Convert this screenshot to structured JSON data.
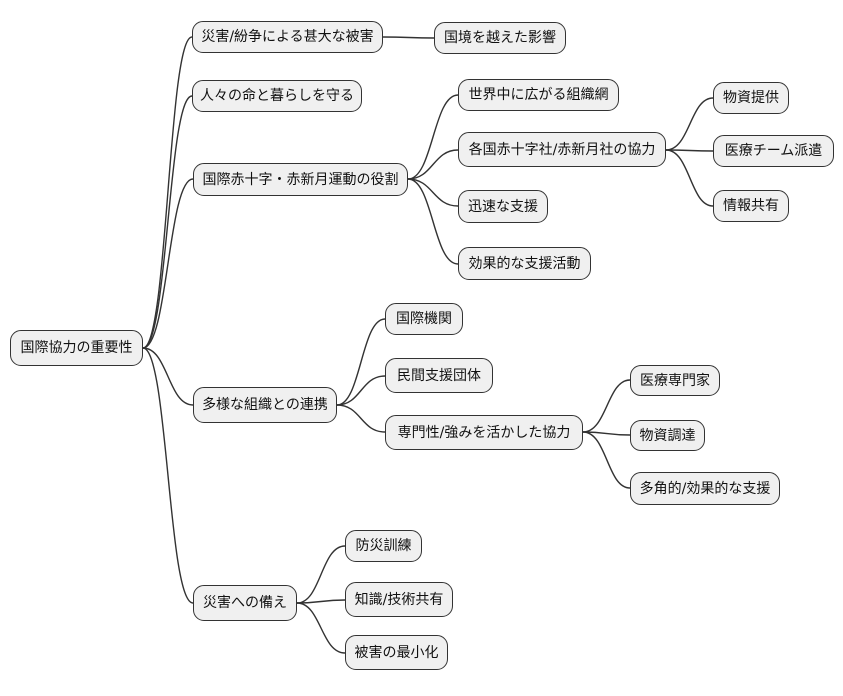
{
  "style": {
    "background": "#ffffff",
    "node_fill": "#f0f0f0",
    "node_border": "#333333",
    "edge_color": "#333333",
    "text_color": "#111111"
  },
  "mindmap": {
    "root": {
      "label": "国際協力の重要性"
    },
    "branches": [
      {
        "label": "災害/紛争による甚大な被害",
        "children": [
          {
            "label": "国境を越えた影響"
          }
        ]
      },
      {
        "label": "人々の命と暮らしを守る",
        "children": []
      },
      {
        "label": "国際赤十字・赤新月運動の役割",
        "children": [
          {
            "label": "世界中に広がる組織網"
          },
          {
            "label": "各国赤十字社/赤新月社の協力",
            "children": [
              {
                "label": "物資提供"
              },
              {
                "label": "医療チーム派遣"
              },
              {
                "label": "情報共有"
              }
            ]
          },
          {
            "label": "迅速な支援"
          },
          {
            "label": "効果的な支援活動"
          }
        ]
      },
      {
        "label": "多様な組織との連携",
        "children": [
          {
            "label": "国際機関"
          },
          {
            "label": "民間支援団体"
          },
          {
            "label": "専門性/強みを活かした協力",
            "children": [
              {
                "label": "医療専門家"
              },
              {
                "label": "物資調達"
              },
              {
                "label": "多角的/効果的な支援"
              }
            ]
          }
        ]
      },
      {
        "label": "災害への備え",
        "children": [
          {
            "label": "防災訓練"
          },
          {
            "label": "知識/技術共有"
          },
          {
            "label": "被害の最小化"
          }
        ]
      }
    ]
  }
}
